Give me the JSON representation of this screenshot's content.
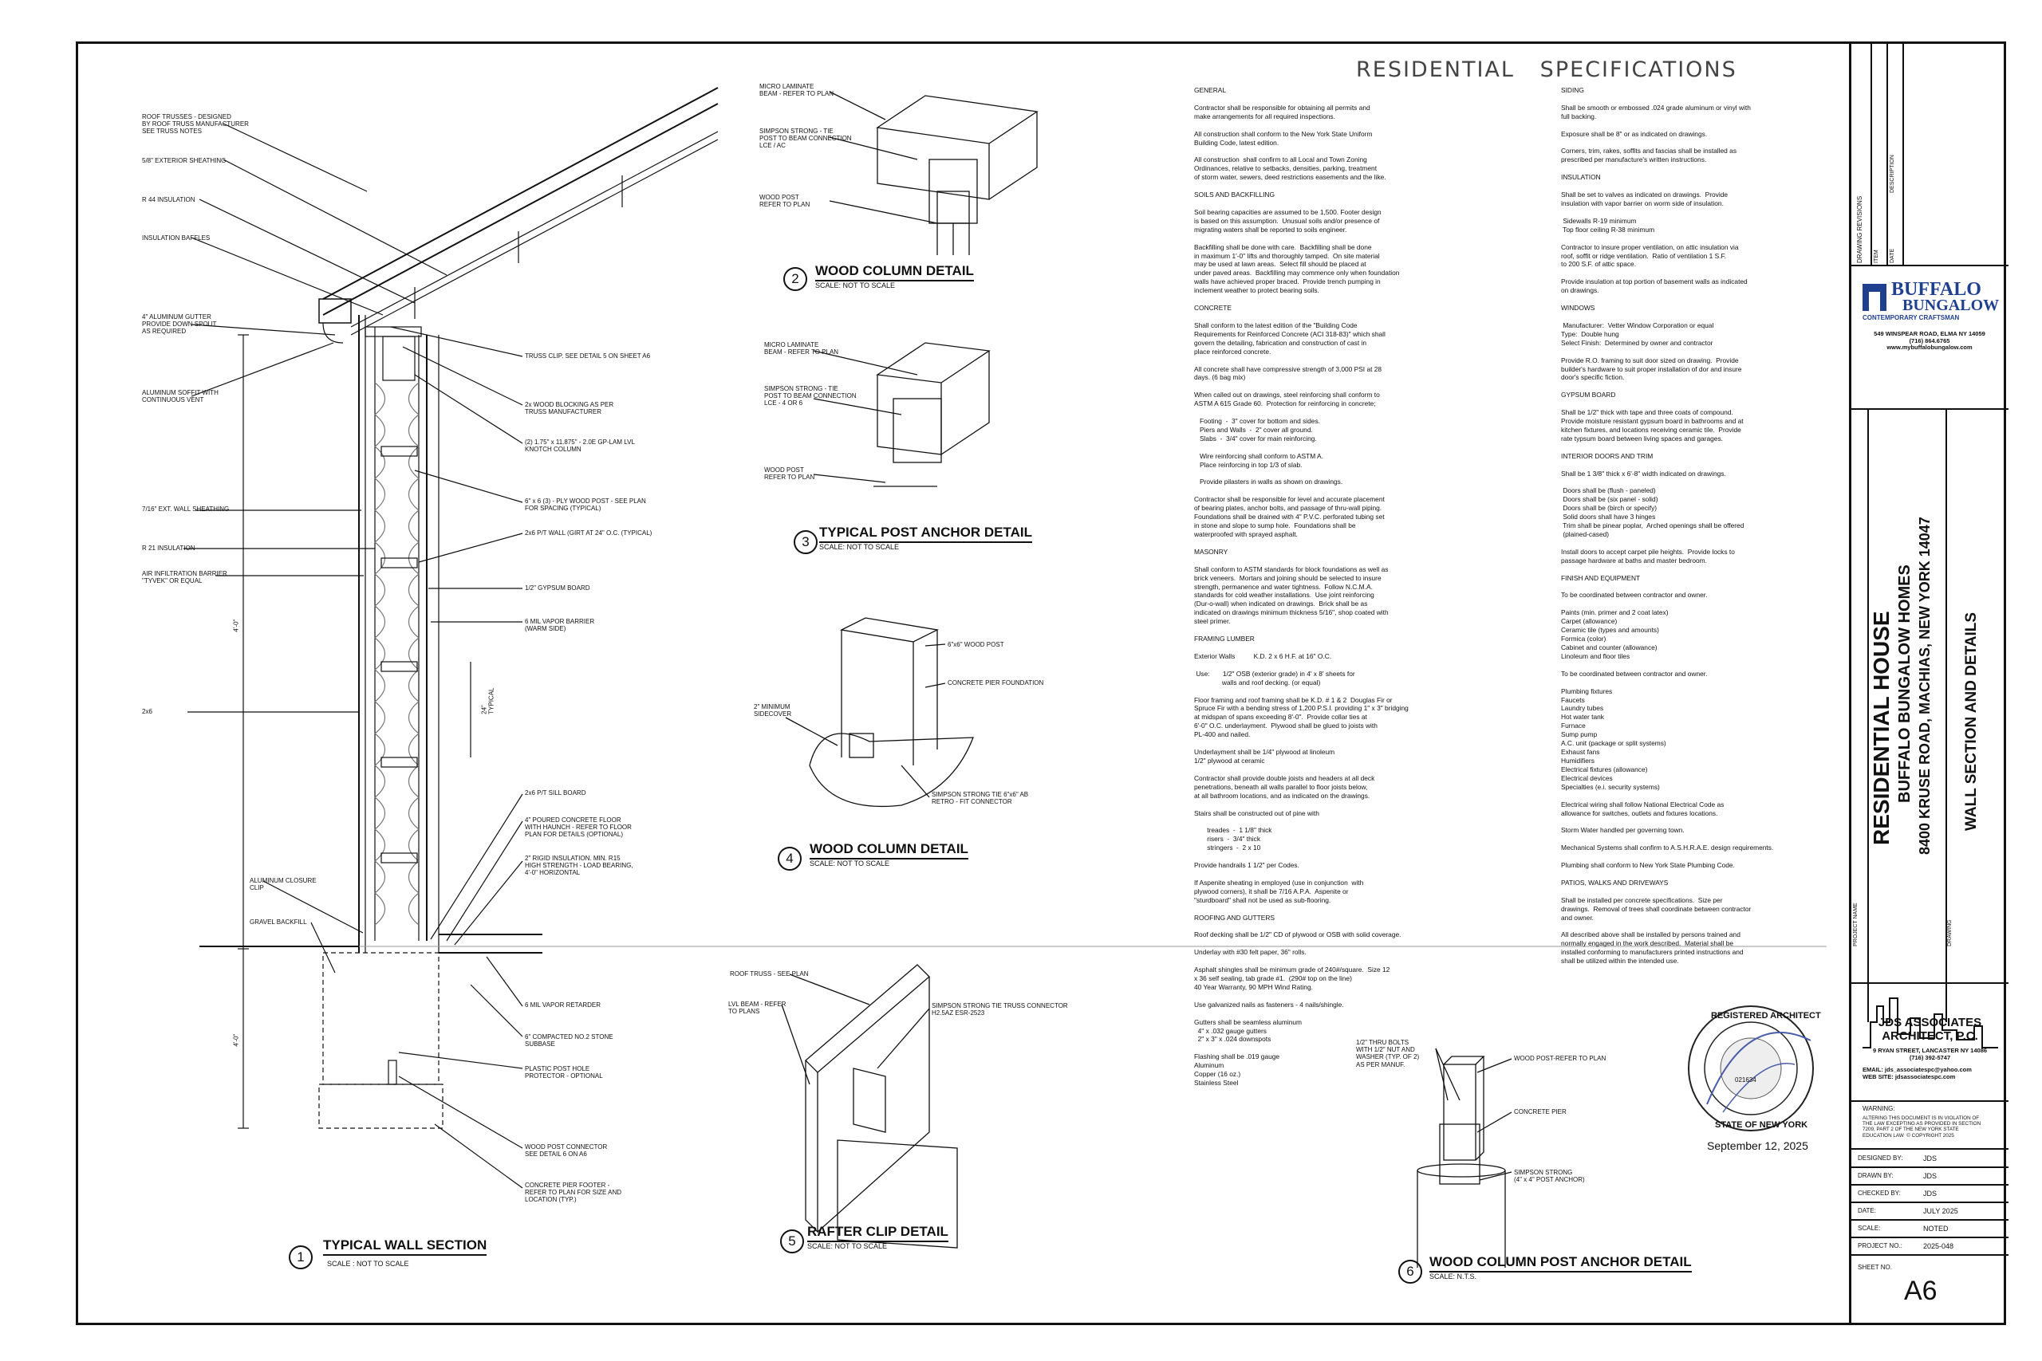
{
  "specs": {
    "title": "RESIDENTIAL   SPECIFICATIONS",
    "col1": "GENERAL\n\nContractor shall be responsible for obtaining all permits and\nmake arrangements for all required inspections.\n\nAll construction shall conform to the New York State Uniform\nBuilding Code, latest edition.\n\nAll construction  shall confirm to all Local and Town Zoning\nOrdinances, relative to setbacks, densities, parking, treatment\nof storm water, sewers, deed restrictions easements and the like.\n\nSOILS AND BACKFILLING\n\nSoil bearing capacities are assumed to be 1,500. Footer design\nis based on this assumption.  Unusual soils and/or presence of\nmigrating waters shall be reported to soils engineer.\n\nBackfilling shall be done with care.  Backfilling shall be done\nin maximum 1'-0\" lifts and thoroughly tamped.  On site material\nmay be used at lawn areas.  Select fill should be placed at\nunder paved areas.  Backfilling may commence only when foundation\nwalls have achieved proper braced.  Provide trench pumping in\ninclement weather to protect bearing soils.\n\nCONCRETE\n\nShall conform to the latest edition of the \"Building Code\nRequirements for Reinforced Concrete (ACI 318-83)\" which shall\ngovern the detailing, fabrication and construction of cast in\nplace reinforced concrete.\n\nAll concrete shall have compressive strength of 3,000 PSI at 28\ndays. (6 bag mix)\n\nWhen called out on drawings, steel reinforcing shall conform to\nASTM A 615 Grade 60.  Protection for reinforcing in concrete;\n\n   Footing  -  3\" cover for bottom and sides.\n   Piers and Walls  -  2\" cover all ground.\n   Slabs  -  3/4\" cover for main reinforcing.\n\n   Wire reinforcing shall conform to ASTM A.\n   Place reinforcing in top 1/3 of slab.\n\n   Provide pilasters in walls as shown on drawings.\n\nContractor shall be responsible for level and accurate placement\nof bearing plates, anchor bolts, and passage of thru-wall piping.\nFoundations shall be drained with 4\" P.V.C. perforated tubing set\nin stone and slope to sump hole.  Foundations shall be\nwaterproofed with sprayed asphalt.\n\nMASONRY\n\nShall conform to ASTM standards for block foundations as well as\nbrick veneers.  Mortars and joining should be selected to insure\nstrength, permanence and water tightness.  Follow N.C.M.A.\nstandards for cold weather installations.  Use joint reinforcing\n(Dur-o-wall) when indicated on drawings.  Brick shall be as\nindicated on drawings minimum thickness 5/16\", shop coated with\nsteel primer.\n\nFRAMING LUMBER\n\nExterior Walls          K.D. 2 x 6 H.F. at 16\" O.C.\n\n Use:       1/2\" OSB (exterior grade) in 4' x 8' sheets for\n               walls and roof decking. (or equal)\n\nFloor framing and roof framing shall be K.D. # 1 & 2  Douglas Fir or\nSpruce Fir with a bending stress of 1,200 P.S.I. providing 1\" x 3\" bridging\nat midspan of spans exceeding 8'-0\".  Provide collar ties at\n6'-0\" O.C. underlayment.  Plywood shall be glued to joists with\nPL-400 and nailed.\n\nUnderlayment shall be 1/4\" plywood at linoleum\n1/2\" plywood at ceramic\n\nContractor shall provide double joists and headers at all deck\npenetrations, beneath all walls parallel to floor joists below,\nat all bathroom locations, and as indicated on the drawings.\n\nStairs shall be constructed out of pine with\n\n       treades  -  1 1/8\" thick\n       risers  -  3/4\" thick\n       stringers  -  2 x 10\n\nProvide handrails 1 1/2\" per Codes.\n\nIf Aspenite sheating in employed (use in conjunction  with\nplywood corners), it shall be 7/16 A.P.A.  Aspenite or\n\"sturdboard\" shall not be used as sub-flooring.\n\nROOFING AND GUTTERS\n\nRoof decking shall be 1/2\" CD of plywood or OSB with solid coverage.\n\nUnderlay with #30 felt paper, 36\" rolls.\n\nAsphalt shingles shall be minimum grade of 240#/square.  Size 12\nx 36 self sealing, tab grade #1.  (290# top on the line)\n40 Year Warranty, 90 MPH Wind Rating.\n\nUse galvanized nails as fasteners - 4 nails/shingle.\n\nGutters shall be seamless aluminum\n  4\" x .032 gauge gutters\n  2\" x 3\" x .024 downspots\n\nFlashing shall be .019 gauge\nAluminum\nCopper (16 oz.)\nStainless Steel",
    "col2": "SIDING\n\nShall be smooth or embossed .024 grade aluminum or vinyl with\nfull backing.\n\nExposure shall be 8\" or as indicated on drawings.\n\nCorners, trim, rakes, soffits and fascias shall be installed as\nprescribed per manufacture's written instructions.\n\nINSULATION\n\nShall be set to valves as indicated on drawings.  Provide\ninsulation with vapor barrier on worm side of insulation.\n\n Sidewalls R-19 minimum\n Top floor ceiling R-38 minimum\n\nContractor to insure proper ventilation, on attic insulation via\nroof, soffit or ridge ventilation.  Ratio of ventilation 1 S.F.\nto 200 S.F. of attic space.\n\nProvide insulation at top portion of basement walls as indicated\non drawings.\n\nWINDOWS\n\n Manufacturer:  Vetter Window Corporation or equal\nType:  Double hung\nSelect Finish:  Determined by owner and contractor\n\nProvide R.O. framing to suit door sized on drawing.  Provide\nbuilder's hardware to suit proper installation of dor and insure\ndoor's specific fiction.\n\nGYPSUM BOARD\n\nShall be 1/2\" thick with tape and three coats of compound.\nProvide moisture resistant gypsum board in bathrooms and at\nkitchen fixtures, and locations receiving ceramic tile.  Provide\nrate typsum board between living spaces and garages.\n\nINTERIOR DOORS AND TRIM\n\nShall be 1 3/8\" thick x 6'-8\" width indicated on drawings.\n\n Doors shall be (flush - paneled)\n Doors shall be (six panel - solid)\n Doors shall be (birch or specify)\n Solid doors shall have 3 hinges\n Trim shall be pinear poplar,  Arched openings shall be offered\n (plained-cased)\n\nInstall doors to accept carpet pile heights.  Provide locks to\npassage hardware at baths and master bedroom.\n\nFINISH AND EQUIPMENT\n\nTo be coordinated between contractor and owner.\n\nPaints (min. primer and 2 coat latex)\nCarpet (allowance)\nCeramic tile (types and amounts)\nFormica (color)\nCabinet and counter (allowance)\nLinoleum and floor tiles\n\nTo be coordinated between contractor and owner.\n\nPlumbing fixtures\nFaucets\nLaundry tubes\nHot water tank\nFurnace\nSump pump\nA.C. unit (package or split systems)\nExhaust fans\nHumidifiers\nElectrical fixtures (allowance)\nElectrical devices\nSpecialties (e.i. security systems)\n\nElectrical wiring shall follow National Electrical Code as\nallowance for switches, outlets and fixtures locations.\n\nStorm Water handled per governing town.\n\nMechanical Systems shall confirm to A.S.H.R.A.E. design requirements.\n\nPlumbing shall conform to New York State Plumbing Code.\n\nPATIOS, WALKS AND DRIVEWAYS\n\nShall be installed per concrete specifications.  Size per\ndrawings.  Removal of trees shall coordinate between contractor\nand owner.\n\nAll described above shall be installed by persons trained and\nnormally engaged in the work described.  Material shall be\ninstalled conforming to manufacturers printed instructions and\nshall be utilized within the intended use."
  },
  "details": {
    "d1": {
      "num": "1",
      "title": "TYPICAL WALL SECTION",
      "scale": "SCALE : NOT TO SCALE"
    },
    "d2": {
      "num": "2",
      "title": "WOOD COLUMN DETAIL",
      "scale": "SCALE: NOT TO SCALE"
    },
    "d3": {
      "num": "3",
      "title": "TYPICAL POST ANCHOR DETAIL",
      "scale": "SCALE: NOT TO SCALE"
    },
    "d4": {
      "num": "4",
      "title": "WOOD COLUMN DETAIL",
      "scale": "SCALE: NOT TO SCALE"
    },
    "d5": {
      "num": "5",
      "title": "RAFTER CLIP DETAIL",
      "scale": "SCALE: NOT TO SCALE"
    },
    "d6": {
      "num": "6",
      "title": "WOOD COLUMN POST ANCHOR DETAIL",
      "scale": "SCALE: N.T.S."
    }
  },
  "wall_labels_left": [
    "ROOF TRUSSES - DESIGNED\nBY ROOF TRUSS MANUFACTURER\nSEE TRUSS NOTES",
    "5/8\" EXTERIOR SHEATHING",
    "R 44 INSULATION",
    "INSULATION BAFFLES",
    "4\" ALUMINUM GUTTER\nPROVIDE DOWN SPOUT\nAS REQUIRED",
    "ALUMINUM SOFFIT WITH\nCONTINUOUS VENT",
    "7/16\" EXT. WALL SHEATHING",
    "R 21 INSULATION",
    "AIR INFILTRATION BARRIER\n\"TYVEK\" OR EQUAL",
    "2x6",
    "ALUMINUM CLOSURE\nCLIP",
    "GRAVEL BACKFILL"
  ],
  "wall_labels_right": [
    "TRUSS CLIP. SEE DETAIL 5 ON SHEET A6",
    "2x WOOD BLOCKING AS PER\nTRUSS MANUFACTURER",
    "(2) 1.75\" x 11.875\" - 2.0E GP-LAM LVL\nKNOTCH COLUMN",
    "6\" x 6 (3) - PLY WOOD POST - SEE PLAN\nFOR SPACING (TYPICAL)",
    "2x6 P/T WALL (GIRT AT 24\" O.C. (TYPICAL)",
    "1/2\" GYPSUM BOARD",
    "6 MIL VAPOR BARRIER\n(WARM SIDE)",
    "2x6 P/T SILL BOARD",
    "4\" POURED CONCRETE FLOOR\nWITH HAUNCH - REFER TO FLOOR\nPLAN FOR DETAILS (OPTIONAL)",
    "2\" RIGID INSULATION. MIN. R15\nHIGH STRENGTH - LOAD BEARING,\n4'-0\" HORIZONTAL",
    "6 MIL VAPOR RETARDER",
    "6\" COMPACTED NO.2 STONE\nSUBBASE",
    "PLASTIC POST HOLE\nPROTECTOR - OPTIONAL",
    "WOOD POST CONNECTOR\nSEE DETAIL 6 ON A6",
    "CONCRETE PIER FOOTER -\nREFER TO PLAN FOR SIZE AND\nLOCATION (TYP.)"
  ],
  "wall_dims": {
    "upper": "4'-0\"",
    "lower": "4'-0\"",
    "girt": "24\"\nTYPICAL"
  },
  "d2_labels": [
    "MICRO LAMINATE\nBEAM - REFER TO PLAN",
    "SIMPSON STRONG - TIE\nPOST TO BEAM CONNECTION\nLCE / AC",
    "WOOD POST\nREFER TO PLAN"
  ],
  "d3_labels": [
    "MICRO LAMINATE\nBEAM - REFER TO PLAN",
    "SIMPSON STRONG - TIE\nPOST TO BEAM CONNECTION\nLCE - 4 OR 6",
    "WOOD POST\nREFER TO PLAN"
  ],
  "d4_labels": [
    "6\"x6\" WOOD POST",
    "CONCRETE PIER FOUNDATION",
    "2\" MINIMUM\nSIDECOVER",
    "SIMPSON STRONG TIE 6\"x6\" AB\nRETRO - FIT CONNECTOR"
  ],
  "d5_labels": [
    "ROOF TRUSS - SEE PLAN",
    "LVL BEAM - REFER\nTO PLANS",
    "SIMPSON STRONG TIE TRUSS CONNECTOR\nH2.5AZ ESR-2523"
  ],
  "d6_labels": [
    "1/2\" THRU BOLTS\nWITH 1/2\" NUT AND\nWASHER (TYP. OF 2)\nAS PER MANUF.",
    "WOOD POST-REFER TO PLAN",
    "CONCRETE PIER",
    "SIMPSON STRONG\n(4\" x 4\" POST ANCHOR)"
  ],
  "seal": {
    "text_top": "REGISTERED ARCHITECT",
    "text_bottom": "STATE OF NEW YORK",
    "number": "021634",
    "date": "September 12, 2025"
  },
  "titleblock": {
    "revisions_label": "DRAWING REVISIONS",
    "rev_cols": [
      "ITEM",
      "DATE",
      "DESCRIPTION"
    ],
    "company": "BUFFALO",
    "company2": "BUNGALOW",
    "company_tag": "CONTEMPORARY CRAFTSMAN",
    "company_addr": "549 WINSPEAR ROAD, ELMA NY 14059\n(716) 864.6765\nwww.mybuffalobungalow.com",
    "project_name_label": "PROJECT NAME",
    "project_title": "RESIDENTIAL HOUSE",
    "project_sub": "BUFFALO BUNGALOW HOMES",
    "project_addr": "8400 KRUSE ROAD, MACHIAS, NEW YORK 14047",
    "drawing_label": "DRAWING",
    "drawing_title": "WALL SECTION AND DETAILS",
    "architect": "JDS ASSOCIATES\nARCHITECT, P.C.",
    "arch_addr": "9 RYAN STREET, LANCASTER NY 14086\n(716) 392-5747",
    "arch_email": "EMAIL: jds_associatespc@yahoo.com\nWEB SITE: jdsassociatespc.com",
    "warning_label": "WARNING:",
    "warning_text": "ALTERING THIS DOCUMENT IS IN VIOLATION OF\nTHE LAW EXCEPTING AS PROVIDED IN SECTION\n7209, PART 2 OF THE NEW YORK STATE\nEDUCATION LAW  © COPYRIGHT 2025",
    "rows": [
      {
        "label": "DESIGNED BY:",
        "value": "JDS"
      },
      {
        "label": "DRAWN BY:",
        "value": "JDS"
      },
      {
        "label": "CHECKED BY:",
        "value": "JDS"
      },
      {
        "label": "DATE:",
        "value": "JULY 2025"
      },
      {
        "label": "SCALE:",
        "value": "NOTED"
      },
      {
        "label": "PROJECT NO.:",
        "value": "2025-048"
      }
    ],
    "sheet_label": "SHEET NO.",
    "sheet_no": "A6"
  }
}
